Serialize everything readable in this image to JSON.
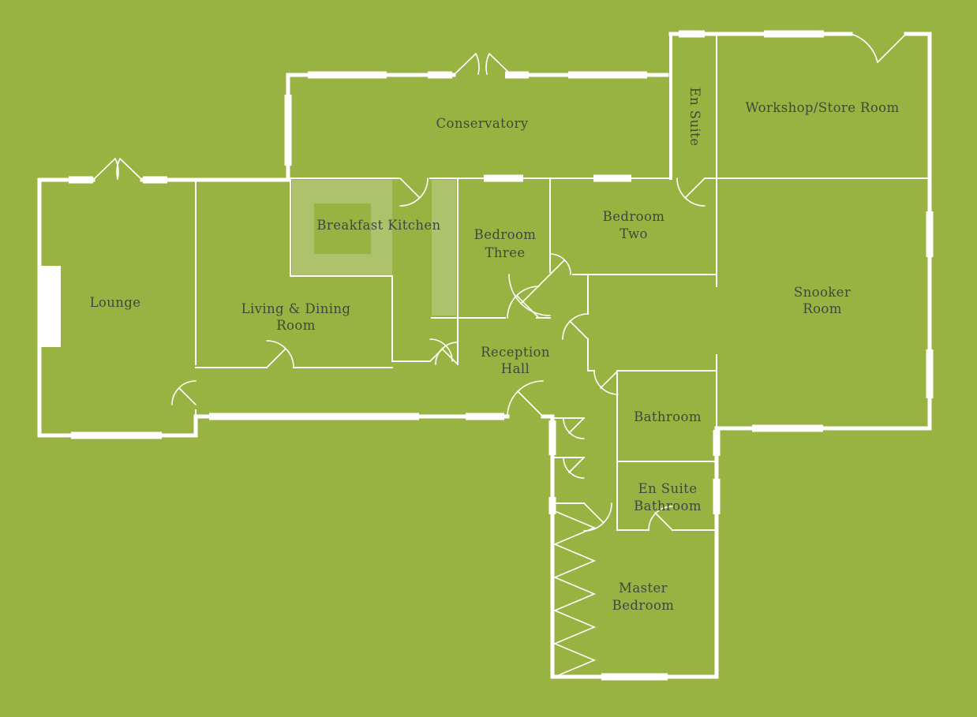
{
  "colors": {
    "background": "#98b342",
    "counter_light": "#adc26b",
    "wall": "#ffffff",
    "label_text": "#42473d"
  },
  "rooms": {
    "lounge": {
      "label": "Lounge"
    },
    "living_dining": {
      "line1": "Living & Dining",
      "line2": "Room"
    },
    "breakfast_kitchen": {
      "label": "Breakfast Kitchen"
    },
    "conservatory": {
      "label": "Conservatory"
    },
    "en_suite": {
      "label": "En Suite"
    },
    "workshop": {
      "label": "Workshop/Store Room"
    },
    "bedroom_three": {
      "line1": "Bedroom",
      "line2": "Three"
    },
    "bedroom_two": {
      "line1": "Bedroom",
      "line2": "Two"
    },
    "snooker": {
      "line1": "Snooker",
      "line2": "Room"
    },
    "reception": {
      "line1": "Reception",
      "line2": "Hall"
    },
    "bathroom": {
      "label": "Bathroom"
    },
    "en_suite_bathroom": {
      "line1": "En Suite",
      "line2": "Bathroom"
    },
    "master_bedroom": {
      "line1": "Master",
      "line2": "Bedroom"
    }
  }
}
